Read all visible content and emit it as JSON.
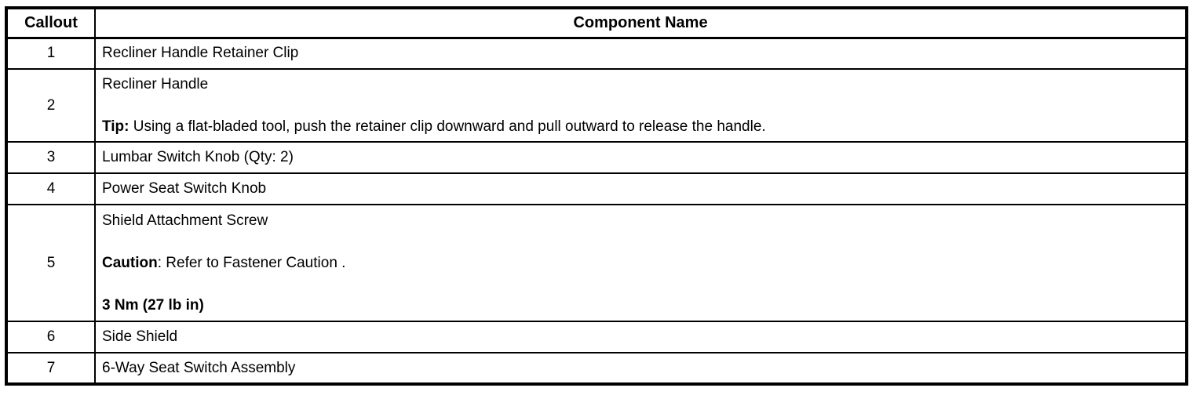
{
  "table": {
    "headers": {
      "callout": "Callout",
      "component": "Component Name"
    },
    "rows": [
      {
        "callout": "1",
        "lines": [
          {
            "bold": "",
            "text": "Recliner Handle Retainer Clip"
          }
        ]
      },
      {
        "callout": "2",
        "lines": [
          {
            "bold": "",
            "text": "Recliner Handle"
          },
          {
            "bold": "Tip:",
            "text": " Using a flat-bladed tool, push the retainer clip downward and pull outward to release the handle."
          }
        ]
      },
      {
        "callout": "3",
        "lines": [
          {
            "bold": "",
            "text": "Lumbar Switch Knob (Qty: 2)"
          }
        ]
      },
      {
        "callout": "4",
        "lines": [
          {
            "bold": "",
            "text": "Power Seat Switch Knob"
          }
        ]
      },
      {
        "callout": "5",
        "lines": [
          {
            "bold": "",
            "text": "Shield Attachment Screw"
          },
          {
            "bold": "Caution",
            "text": ": Refer to Fastener Caution ."
          },
          {
            "bold": "3 Nm (27 lb in)",
            "text": ""
          }
        ]
      },
      {
        "callout": "6",
        "lines": [
          {
            "bold": "",
            "text": "Side Shield"
          }
        ]
      },
      {
        "callout": "7",
        "lines": [
          {
            "bold": "",
            "text": "6-Way Seat Switch Assembly"
          }
        ]
      }
    ],
    "colors": {
      "border": "#000000",
      "text": "#000000",
      "background": "#ffffff"
    }
  }
}
